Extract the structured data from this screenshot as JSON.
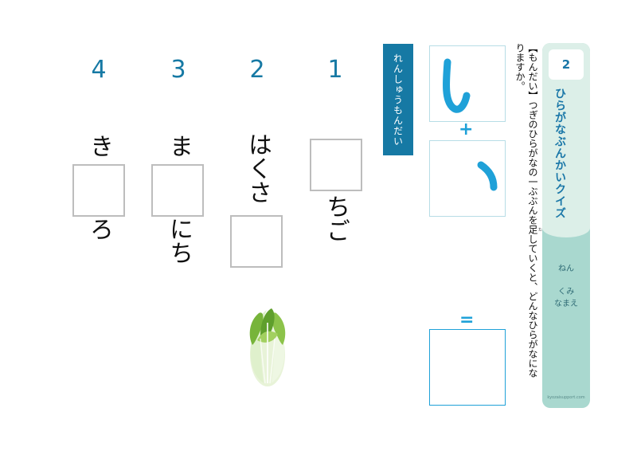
{
  "sidebar": {
    "sheet_number": "2",
    "title": "ひらがなぶんかいクイズ",
    "year_label": "ねん",
    "class_label": "くみ",
    "name_label": "なまえ",
    "url": "kyozaisupport.com"
  },
  "instruction": {
    "part1": "【もんだい】つぎのひらがなの一ぶぶんを",
    "tashi": "足",
    "ruby_ta": "た",
    "part2": "していくと、どんなひらがなになりますか。"
  },
  "example": {
    "stroke_a": "い-left-stroke",
    "stroke_b": "い-right-stroke",
    "plus": "+",
    "equals": "="
  },
  "practice_label": "れんしゅうもんだい",
  "problems": [
    {
      "number": "1",
      "top_text": "",
      "bottom_text": "ちご"
    },
    {
      "number": "2",
      "top_text": "はくさ",
      "bottom_text": ""
    },
    {
      "number": "3",
      "top_text": "ま",
      "bottom_text": "にち"
    },
    {
      "number": "4",
      "top_text": "き",
      "bottom_text": "ろ"
    }
  ],
  "colors": {
    "accent_blue": "#1679a4",
    "stroke_blue": "#1fa1d8",
    "sidebar_light": "#dcefe8",
    "sidebar_dark": "#a9d8cf"
  },
  "illustration": "chinese-cabbage-image"
}
